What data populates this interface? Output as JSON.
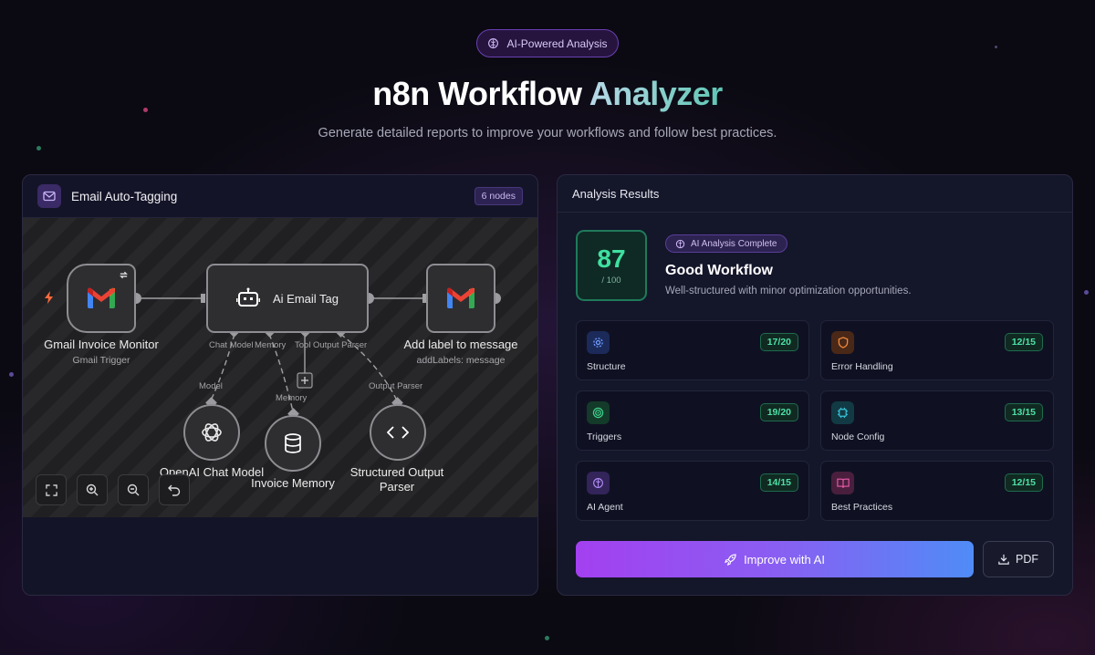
{
  "hero": {
    "badge_label": "AI-Powered Analysis",
    "title_main": "n8n Workflow",
    "title_accent": "Analyzer",
    "subtitle": "Generate detailed reports to improve your workflows and follow best practices."
  },
  "workflow": {
    "name": "Email Auto-Tagging",
    "node_count": "6 nodes",
    "nodes": {
      "trigger": {
        "label": "Gmail Invoice Monitor",
        "sublabel": "Gmail Trigger"
      },
      "agent": {
        "label": "Ai Email Tag"
      },
      "action": {
        "label": "Add label to message",
        "sublabel": "addLabels: message"
      },
      "model": {
        "label": "OpenAI Chat Model"
      },
      "memory": {
        "label": "Invoice Memory"
      },
      "parser": {
        "label_line1": "Structured Output",
        "label_line2": "Parser"
      }
    },
    "ports": {
      "chat_model": "Chat Model",
      "memory": "Memory",
      "tool": "Tool",
      "output_parser": "Output Parser"
    },
    "connection_labels": {
      "model": "Model",
      "memory": "Memory",
      "output_parser": "Output Parser"
    },
    "controls": [
      "fit-view-icon",
      "zoom-in-icon",
      "zoom-out-icon",
      "undo-icon"
    ]
  },
  "results": {
    "header": "Analysis Results",
    "score": "87",
    "score_max": "/ 100",
    "status_badge": "AI Analysis Complete",
    "verdict": "Good Workflow",
    "verdict_desc": "Well-structured with minor optimization opportunities.",
    "metrics": [
      {
        "label": "Structure",
        "score": "17/20",
        "icon": "gear-icon",
        "color": "#5b8cf5"
      },
      {
        "label": "Error Handling",
        "score": "12/15",
        "icon": "shield-icon",
        "color": "#f08a3c"
      },
      {
        "label": "Triggers",
        "score": "19/20",
        "icon": "target-icon",
        "color": "#3fd08a"
      },
      {
        "label": "Node Config",
        "score": "13/15",
        "icon": "chip-icon",
        "color": "#3ac3d8"
      },
      {
        "label": "AI Agent",
        "score": "14/15",
        "icon": "brain-icon",
        "color": "#a97af2"
      },
      {
        "label": "Best Practices",
        "score": "12/15",
        "icon": "book-icon",
        "color": "#e85aa8"
      }
    ],
    "improve_label": "Improve with AI",
    "pdf_label": "PDF"
  },
  "colors": {
    "accent_purple": "#a340f0",
    "accent_blue": "#4f8cf7",
    "score_green": "#3fe0a0",
    "background": "#0b0a12"
  }
}
